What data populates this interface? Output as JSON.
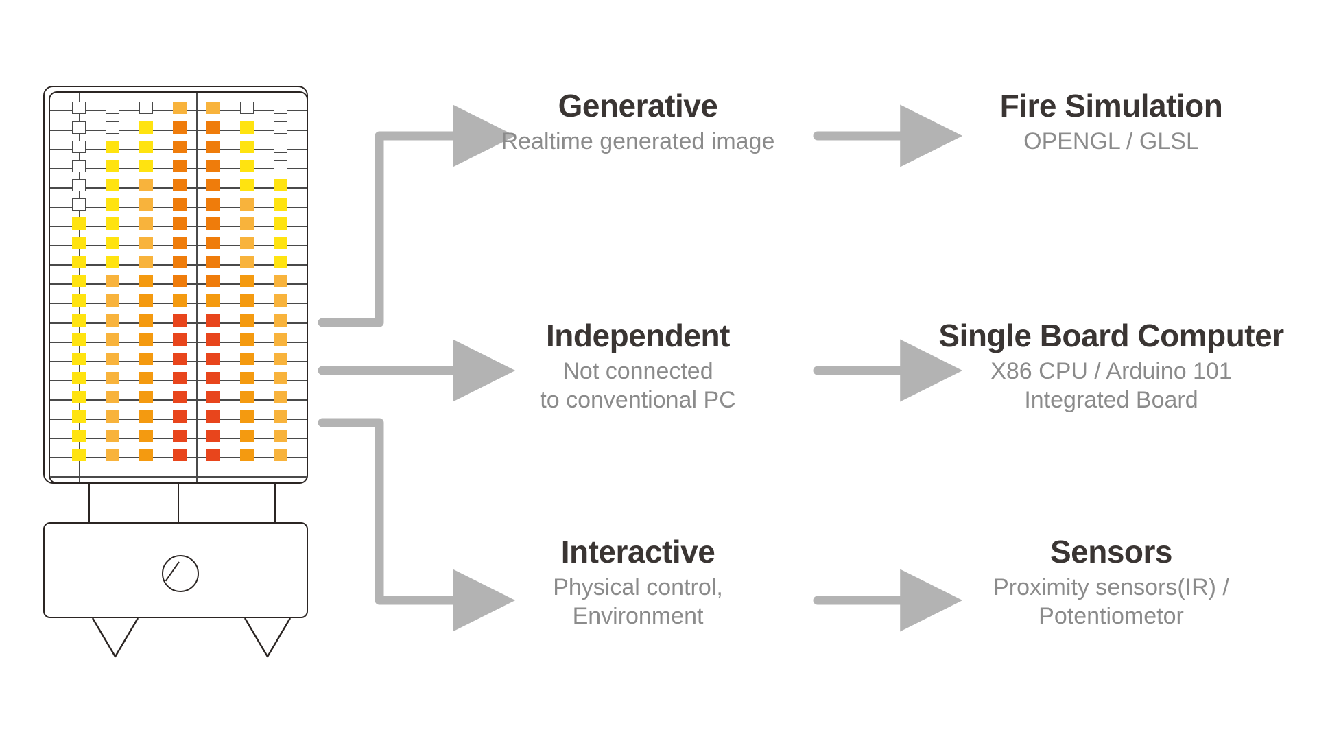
{
  "figure": {
    "kind": "concept-diagram",
    "background": "#ffffff",
    "accent_arrow_color": "#b3b3b3",
    "title_color": "#3a3533",
    "subtitle_color": "#8b8b8b",
    "outline_color": "#2b2523"
  },
  "device": {
    "name": "led-matrix-display-device",
    "knob_label": "",
    "grid": {
      "rows": 19,
      "cols": 7,
      "divider_after_col": 4,
      "palette": {
        "off": "#ffffff",
        "off_border": "#4a4a4a",
        "yellow": "#ffe310",
        "amber": "#f8b33c",
        "orange": "#f49a10",
        "deep_orange": "#ef7c0b",
        "red_orange": "#e8451c",
        "light_amber": "#fbb03b"
      },
      "cells": [
        [
          "off",
          "off",
          "off",
          "amber",
          "amber",
          "off",
          "off"
        ],
        [
          "off",
          "off",
          "yellow",
          "deep_orange",
          "deep_orange",
          "yellow",
          "off"
        ],
        [
          "off",
          "yellow",
          "yellow",
          "deep_orange",
          "deep_orange",
          "yellow",
          "off"
        ],
        [
          "off",
          "yellow",
          "yellow",
          "deep_orange",
          "deep_orange",
          "yellow",
          "off"
        ],
        [
          "off",
          "yellow",
          "amber",
          "deep_orange",
          "deep_orange",
          "yellow",
          "yellow"
        ],
        [
          "off",
          "yellow",
          "amber",
          "deep_orange",
          "deep_orange",
          "amber",
          "yellow"
        ],
        [
          "yellow",
          "yellow",
          "amber",
          "deep_orange",
          "deep_orange",
          "amber",
          "yellow"
        ],
        [
          "yellow",
          "yellow",
          "amber",
          "deep_orange",
          "deep_orange",
          "amber",
          "yellow"
        ],
        [
          "yellow",
          "yellow",
          "amber",
          "deep_orange",
          "deep_orange",
          "amber",
          "yellow"
        ],
        [
          "yellow",
          "amber",
          "orange",
          "deep_orange",
          "deep_orange",
          "orange",
          "amber"
        ],
        [
          "yellow",
          "amber",
          "orange",
          "orange",
          "orange",
          "orange",
          "amber"
        ],
        [
          "yellow",
          "amber",
          "orange",
          "red_orange",
          "red_orange",
          "orange",
          "amber"
        ],
        [
          "yellow",
          "amber",
          "orange",
          "red_orange",
          "red_orange",
          "orange",
          "amber"
        ],
        [
          "yellow",
          "amber",
          "orange",
          "red_orange",
          "red_orange",
          "orange",
          "amber"
        ],
        [
          "yellow",
          "amber",
          "orange",
          "red_orange",
          "red_orange",
          "orange",
          "amber"
        ],
        [
          "yellow",
          "amber",
          "orange",
          "red_orange",
          "red_orange",
          "orange",
          "amber"
        ],
        [
          "yellow",
          "amber",
          "orange",
          "red_orange",
          "red_orange",
          "orange",
          "amber"
        ],
        [
          "yellow",
          "amber",
          "orange",
          "red_orange",
          "red_orange",
          "orange",
          "amber"
        ],
        [
          "yellow",
          "amber",
          "orange",
          "red_orange",
          "red_orange",
          "orange",
          "amber"
        ]
      ]
    }
  },
  "middle_column": [
    {
      "id": "generative",
      "title": "Generative",
      "subtitle": "Realtime generated image"
    },
    {
      "id": "independent",
      "title": "Independent",
      "subtitle_line1": "Not connected",
      "subtitle_line2": "to conventional PC"
    },
    {
      "id": "interactive",
      "title": "Interactive",
      "subtitle_line1": "Physical control,",
      "subtitle_line2": "Environment"
    }
  ],
  "right_column": [
    {
      "id": "fire-simulation",
      "title": "Fire Simulation",
      "subtitle": "OPENGL / GLSL"
    },
    {
      "id": "single-board-computer",
      "title": "Single Board Computer",
      "subtitle_line1": "X86 CPU / Arduino 101",
      "subtitle_line2": "Integrated Board"
    },
    {
      "id": "sensors",
      "title": "Sensors",
      "subtitle_line1": "Proximity sensors(IR) /",
      "subtitle_line2": "Potentiometor"
    }
  ],
  "connectors": {
    "device_to_middle": [
      {
        "name": "branch-to-generative",
        "shape": "elbow-up"
      },
      {
        "name": "branch-to-independent",
        "shape": "straight"
      },
      {
        "name": "branch-to-interactive",
        "shape": "elbow-down"
      }
    ],
    "middle_to_right": [
      {
        "name": "generative-to-fire-simulation",
        "shape": "straight"
      },
      {
        "name": "independent-to-single-board-computer",
        "shape": "straight"
      },
      {
        "name": "interactive-to-sensors",
        "shape": "straight"
      }
    ]
  }
}
